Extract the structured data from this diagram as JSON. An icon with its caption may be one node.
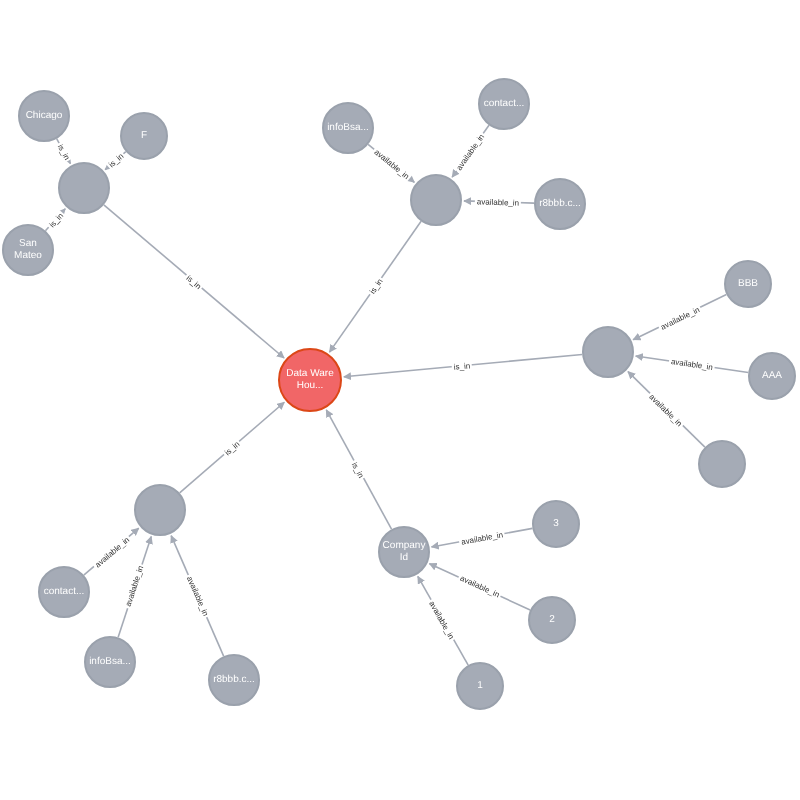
{
  "diagram": {
    "nodes": [
      {
        "text": [
          "Data Ware Hou..."
        ]
      },
      {
        "text": [],
        "shape": "circle"
      },
      {
        "text": [
          "Chicago"
        ]
      },
      {
        "text": [
          "F"
        ]
      },
      {
        "text": [
          "San Mateo"
        ]
      },
      {
        "text": [],
        "shape": "circle"
      },
      {
        "text": [
          "infoBsa..."
        ]
      },
      {
        "text": [
          "contact..."
        ]
      },
      {
        "text": [
          "r8bbb.c..."
        ]
      },
      {
        "text": [],
        "shape": "circle"
      },
      {
        "text": [
          "BBB"
        ]
      },
      {
        "text": [
          "AAA"
        ]
      },
      {
        "text": [],
        "shape": "circle"
      },
      {
        "text": [],
        "shape": "circle"
      },
      {
        "text": [
          "contact..."
        ]
      },
      {
        "text": [
          "infoBsa..."
        ]
      },
      {
        "text": [
          "r8bbb.c..."
        ]
      },
      {
        "text": [
          "Company Id"
        ]
      },
      {
        "text": [
          "3"
        ]
      },
      {
        "text": [
          "2"
        ]
      },
      {
        "text": [
          "1"
        ]
      }
    ],
    "edges": [
      {
        "from": 1,
        "to": 0,
        "arrow": "to",
        "label": "is_in"
      },
      {
        "from": 2,
        "to": 1,
        "arrow": "to",
        "label": "is_in"
      },
      {
        "from": 3,
        "to": 1,
        "arrow": "to",
        "label": "is_in"
      },
      {
        "from": 4,
        "to": 1,
        "arrow": "to",
        "label": "is_in"
      },
      {
        "from": 5,
        "to": 0,
        "arrow": "to",
        "label": "is_in"
      },
      {
        "from": 6,
        "to": 5,
        "arrow": "to",
        "label": "available_in"
      },
      {
        "from": 7,
        "to": 5,
        "arrow": "to",
        "label": "available_in"
      },
      {
        "from": 8,
        "to": 5,
        "arrow": "to",
        "label": "available_in"
      },
      {
        "from": 9,
        "to": 0,
        "arrow": "to",
        "label": "is_in"
      },
      {
        "from": 10,
        "to": 9,
        "arrow": "to",
        "label": "available_in"
      },
      {
        "from": 11,
        "to": 9,
        "arrow": "to",
        "label": "available_in"
      },
      {
        "from": 12,
        "to": 9,
        "arrow": "to",
        "label": "available_in"
      },
      {
        "from": 13,
        "to": 0,
        "arrow": "to",
        "label": "is_in"
      },
      {
        "from": 14,
        "to": 13,
        "arrow": "to",
        "label": "available_in"
      },
      {
        "from": 15,
        "to": 13,
        "arrow": "to",
        "label": "available_in"
      },
      {
        "from": 16,
        "to": 13,
        "arrow": "to",
        "label": "available_in"
      },
      {
        "from": 17,
        "to": 0,
        "arrow": "to",
        "label": "is_in"
      },
      {
        "from": 18,
        "to": 17,
        "arrow": "to",
        "label": "available_in"
      },
      {
        "from": 19,
        "to": 17,
        "arrow": "to",
        "label": "available_in"
      },
      {
        "from": 20,
        "to": 17,
        "arrow": "to",
        "label": "available_in"
      }
    ]
  }
}
